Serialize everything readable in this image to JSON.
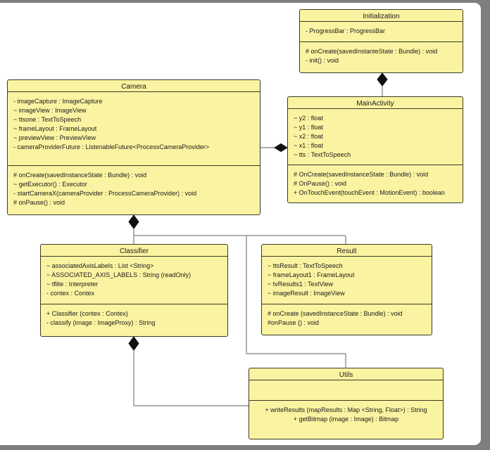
{
  "diagram": {
    "type": "uml-class-diagram",
    "colors": {
      "class_fill": "#faf3a1",
      "class_border": "#3a3a24",
      "connector": "#7d7d7d",
      "diamond": "#101010",
      "canvas": "#ffffff",
      "surround": "#7e7e7e"
    },
    "classes": [
      {
        "title": "Initialization",
        "attributes": [
          "- ProgressBar : ProgressBar"
        ],
        "methods": [
          "# onCreate(savedInstanteState : Bundle) : void",
          "- init() : void"
        ]
      },
      {
        "title": "Camera",
        "attributes": [
          "- imageCapture : ImageCapture",
          "~ imageView : ImageView",
          "~ ttsone : TextToSpeech",
          "~ frameLayout : FrameLayout",
          "~ previewView : PreviewView",
          "- cameraProviderFuture : ListenableFuture<ProcessCameraProvider>"
        ],
        "methods": [
          "# onCreate(savedInstanceState : Bundle) : void",
          "~ getExecutor() : Executor",
          "- startCameraX(cameraProvider : ProcessCameraProvider) : void",
          "# onPause() : void"
        ]
      },
      {
        "title": "MainActivity",
        "attributes": [
          "~ y2 : float",
          "~ y1 : float",
          "~ x2 : float",
          "~ x1 : float",
          "~ tts : TextToSpeech"
        ],
        "methods": [
          "# OnCreate(savedInstanceState : Bundle) : void",
          "# OnPause() : void",
          "+ OnTouchEvent(touchEvent : MotionEvent) : boolean"
        ]
      },
      {
        "title": "Classifier",
        "attributes": [
          "~  associatedAxisLabels : List <String>",
          "~  ASSOCIATED_AXIS_LABELS : String (readOnly)",
          "~ tflite : Interpreter",
          "- contex : Contex"
        ],
        "methods": [
          "+ Classifier (contex : Contex)",
          "- classify (image : ImageProxy) : String"
        ]
      },
      {
        "title": "Result",
        "attributes": [
          "~ ttsResult : TextToSpeech",
          "~ frameLayout1 : FrameLayout",
          "~ tvResults1 : TextView",
          "~ imageResult : ImageView"
        ],
        "methods": [
          "# onCreate (savedInstanceState : Bundle) : void",
          "#onPause () : void"
        ]
      },
      {
        "title": "Utils",
        "attributes": [],
        "methods": [
          "+ writeResults (mapResults : Map <String, Float>) :  String",
          "+ getBitmap (image : Image) : Bitmap"
        ]
      }
    ],
    "relationships": [
      {
        "from": "Initialization",
        "to": "MainActivity",
        "type": "composition",
        "diamond_at": "Initialization"
      },
      {
        "from": "MainActivity",
        "to": "Camera",
        "type": "composition",
        "diamond_at": "MainActivity"
      },
      {
        "from": "Camera",
        "to": "Classifier",
        "type": "composition",
        "diamond_at": "Camera"
      },
      {
        "from": "Camera",
        "to": "Result",
        "type": "composition",
        "diamond_at": "Camera"
      },
      {
        "from": "Camera",
        "to": "Utils",
        "type": "composition",
        "diamond_at": "Camera"
      },
      {
        "from": "Classifier",
        "to": "Utils",
        "type": "composition",
        "diamond_at": "Classifier"
      }
    ]
  }
}
